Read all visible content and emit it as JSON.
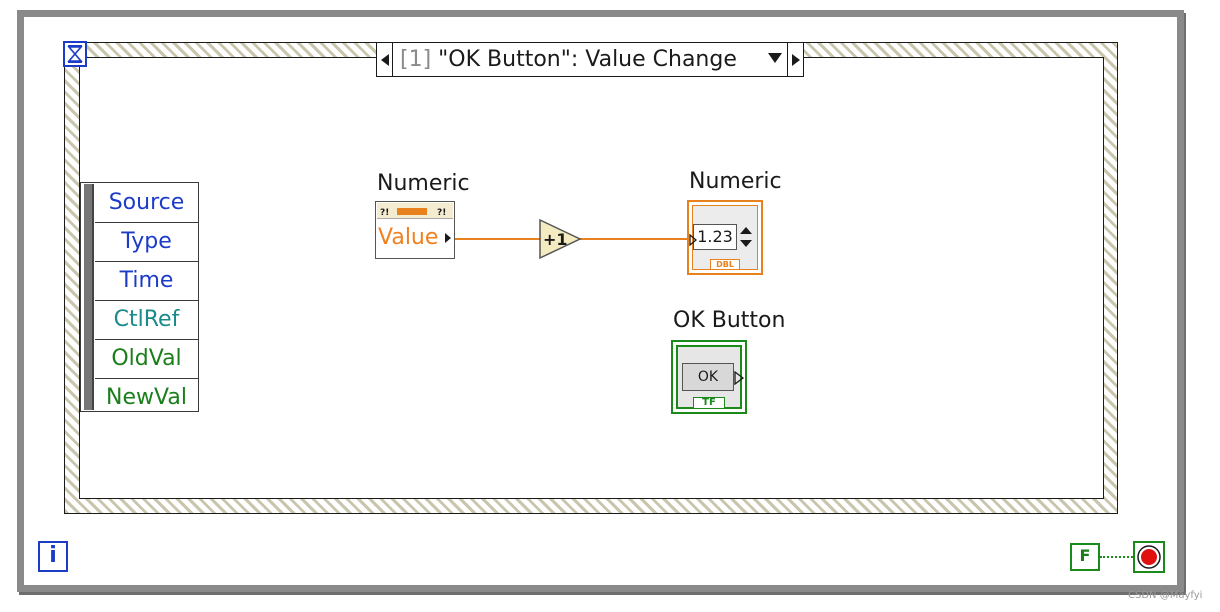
{
  "event_case": {
    "index": "[1]",
    "title": "\"OK Button\": Value Change"
  },
  "event_data_node": {
    "items": [
      {
        "label": "Source",
        "color": "#1c3cc8"
      },
      {
        "label": "Type",
        "color": "#1c3cc8"
      },
      {
        "label": "Time",
        "color": "#1c3cc8"
      },
      {
        "label": "CtlRef",
        "color": "#1a8a8a"
      },
      {
        "label": "OldVal",
        "color": "#1a7f1a"
      },
      {
        "label": "NewVal",
        "color": "#1a7f1a"
      }
    ]
  },
  "local_variable": {
    "label": "Numeric",
    "property": "Value"
  },
  "increment_node": {
    "label": "+1"
  },
  "numeric_indicator": {
    "label": "Numeric",
    "value": "1.23",
    "type": "DBL"
  },
  "boolean_indicator": {
    "label": "OK Button",
    "button_text": "OK",
    "type": "TF"
  },
  "loop": {
    "iteration_label": "i",
    "false_constant": "F"
  },
  "watermark": "CSDN @Mayfyi",
  "colors": {
    "numeric_wire": "#e8821e",
    "boolean": "#1a8a1a",
    "int": "#1c3cc8",
    "frame": "#8a8a8a"
  }
}
